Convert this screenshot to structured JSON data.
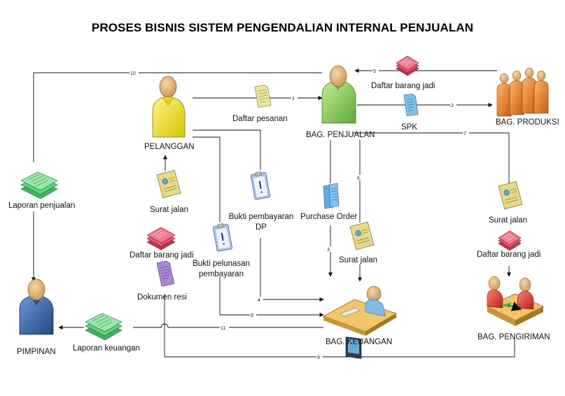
{
  "title": "PROSES BISNIS SISTEM PENGENDALIAN INTERNAL PENJUALAN",
  "actors": {
    "pelanggan": "PELANGGAN",
    "penjualan": "BAG. PENJUALAN",
    "produksi": "BAG. PRODUKSI",
    "keuangan": "BAG. KEUANGAN",
    "pengiriman": "BAG. PENGIRIMAN",
    "pimpinan": "PIMPINAN"
  },
  "documents": {
    "daftar_pesanan": "Daftar pesanan",
    "daftar_barang_jadi_top": "Daftar barang jadi",
    "spk": "SPK",
    "surat_jalan_left": "Surat jalan",
    "bukti_pembayaran_dp_1": "Bukti pembayaran",
    "bukti_pembayaran_dp_2": "DP",
    "purchase_order": "Purchase Order",
    "surat_jalan_mid": "Surat jalan",
    "surat_jalan_right": "Surat jalan",
    "daftar_barang_jadi_right": "Daftar barang jadi",
    "daftar_barang_jadi_left": "Daftar barang jadi",
    "bukti_pelunasan_1": "Bukti pelunasan",
    "bukti_pelunasan_2": "pembayaran",
    "dokumen_resi": "Dokumen resi",
    "laporan_penjualan": "Laporan penjualan",
    "laporan_keuangan": "Laporan keuangan"
  },
  "flow_numbers": [
    "1",
    "2",
    "3",
    "4",
    "5",
    "6",
    "7",
    "8",
    "9",
    "10",
    "11"
  ],
  "colors": {
    "pelanggan": "#f2e31c",
    "penjualan": "#8ccf55",
    "produksi": "#e87a1e",
    "pimpinan": "#2e5fa0",
    "pengiriman": "#e03a2c",
    "doc_yellow": "#e8d88a",
    "doc_pink": "#e6566c",
    "doc_blue": "#5aaee0",
    "doc_green": "#5fd07a",
    "doc_purple": "#a98ad0"
  }
}
